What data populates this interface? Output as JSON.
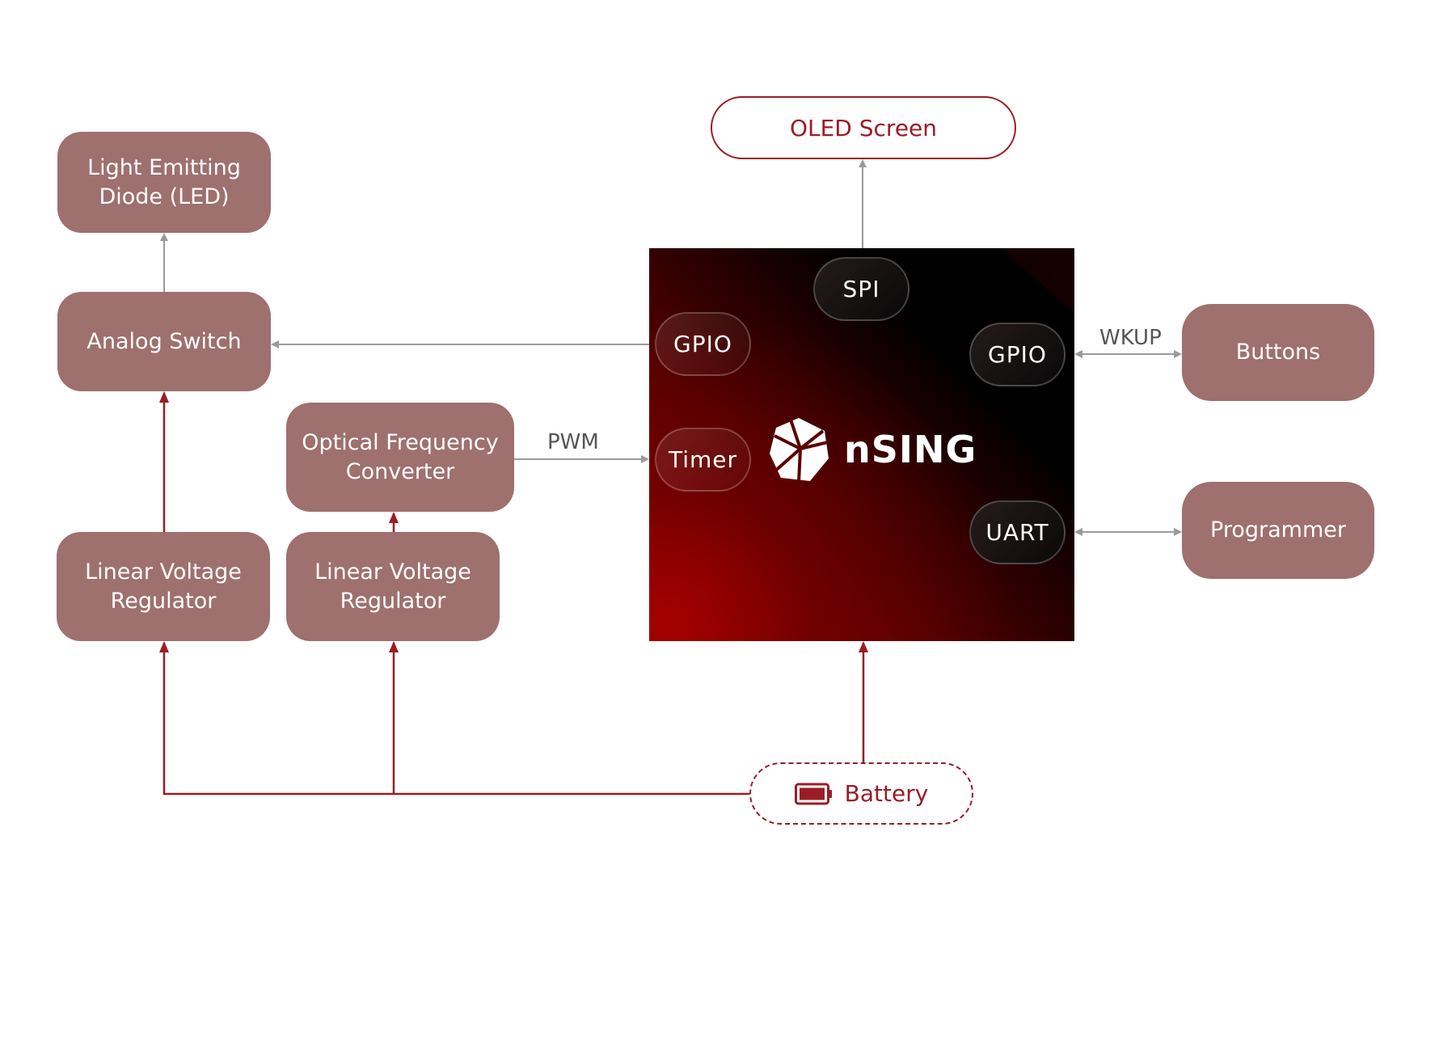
{
  "diagram": {
    "mcu": {
      "brand": "nSING",
      "logo_icon": "nsing-logo-icon",
      "peripherals": {
        "spi": "SPI",
        "gpio_left": "GPIO",
        "gpio_right": "GPIO",
        "timer": "Timer",
        "uart": "UART"
      }
    },
    "blocks": {
      "led": "Light Emitting Diode (LED)",
      "analog_switch": "Analog Switch",
      "optical_converter": "Optical Frequency Converter",
      "lvr_1": "Linear Voltage Regulator",
      "lvr_2": "Linear Voltage Regulator",
      "oled": "OLED Screen",
      "buttons": "Buttons",
      "programmer": "Programmer",
      "battery": "Battery"
    },
    "connection_labels": {
      "pwm": "PWM",
      "wkup": "WKUP"
    },
    "colors": {
      "block_fill": "#9e706e",
      "power_line": "#9b1c26",
      "signal_line": "#9a9a9a",
      "accent_text": "#9b1c26"
    }
  }
}
